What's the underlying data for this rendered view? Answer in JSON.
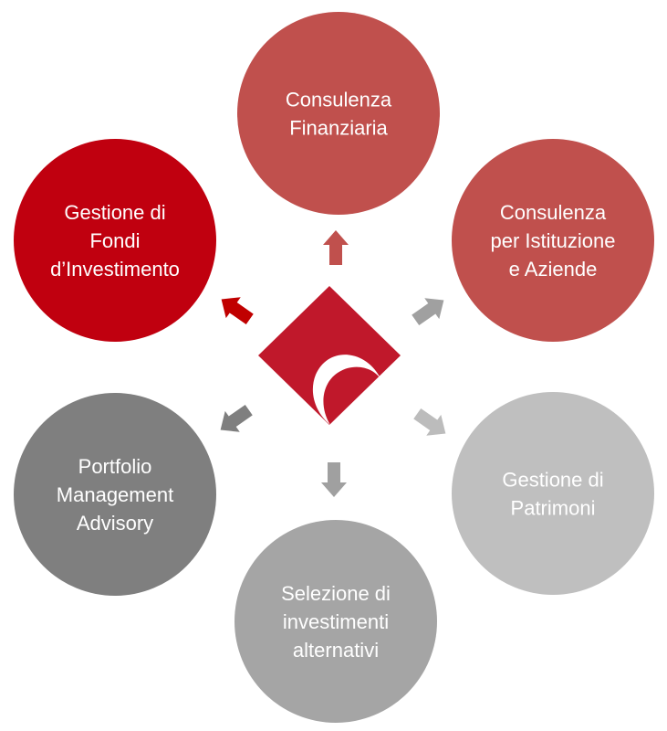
{
  "colors": {
    "red_soft": "#c0504d",
    "red_strong": "#c0000f",
    "center_diamond": "#c0182b",
    "grey_dark": "#7f7f7f",
    "grey_mid": "#a5a5a5",
    "grey_light": "#bfbfbf",
    "arrow_red": "#c0504d",
    "arrow_strong": "#c00000",
    "arrow_grey_dark": "#7f7f7f",
    "arrow_grey_mid": "#a0a0a0",
    "arrow_grey_light": "#bcbcbc"
  },
  "center": {
    "icon": "company-logo-icon"
  },
  "nodes": [
    {
      "id": "consulenza-finanziaria",
      "lines": [
        "Consulenza",
        "Finanziaria"
      ],
      "fill": "#c0504d"
    },
    {
      "id": "consulenza-istituzione",
      "lines": [
        "Consulenza",
        "per Istituzione",
        "e Aziende"
      ],
      "fill": "#c0504d"
    },
    {
      "id": "gestione-patrimoni",
      "lines": [
        "Gestione di",
        "Patrimoni"
      ],
      "fill": "#bfbfbf"
    },
    {
      "id": "selezione-investimenti",
      "lines": [
        "Selezione di",
        "investimenti",
        "alternativi"
      ],
      "fill": "#a5a5a5"
    },
    {
      "id": "portfolio-management",
      "lines": [
        "Portfolio",
        "Management",
        "Advisory"
      ],
      "fill": "#7f7f7f"
    },
    {
      "id": "gestione-fondi",
      "lines": [
        "Gestione di",
        "Fondi",
        "d’Investimento"
      ],
      "fill": "#c0000f"
    }
  ],
  "arrows": [
    {
      "id": "arrow-up",
      "fill": "#c0504d"
    },
    {
      "id": "arrow-upper-right",
      "fill": "#a0a0a0"
    },
    {
      "id": "arrow-lower-right",
      "fill": "#bcbcbc"
    },
    {
      "id": "arrow-down",
      "fill": "#a0a0a0"
    },
    {
      "id": "arrow-lower-left",
      "fill": "#7f7f7f"
    },
    {
      "id": "arrow-upper-left",
      "fill": "#c00000"
    }
  ]
}
